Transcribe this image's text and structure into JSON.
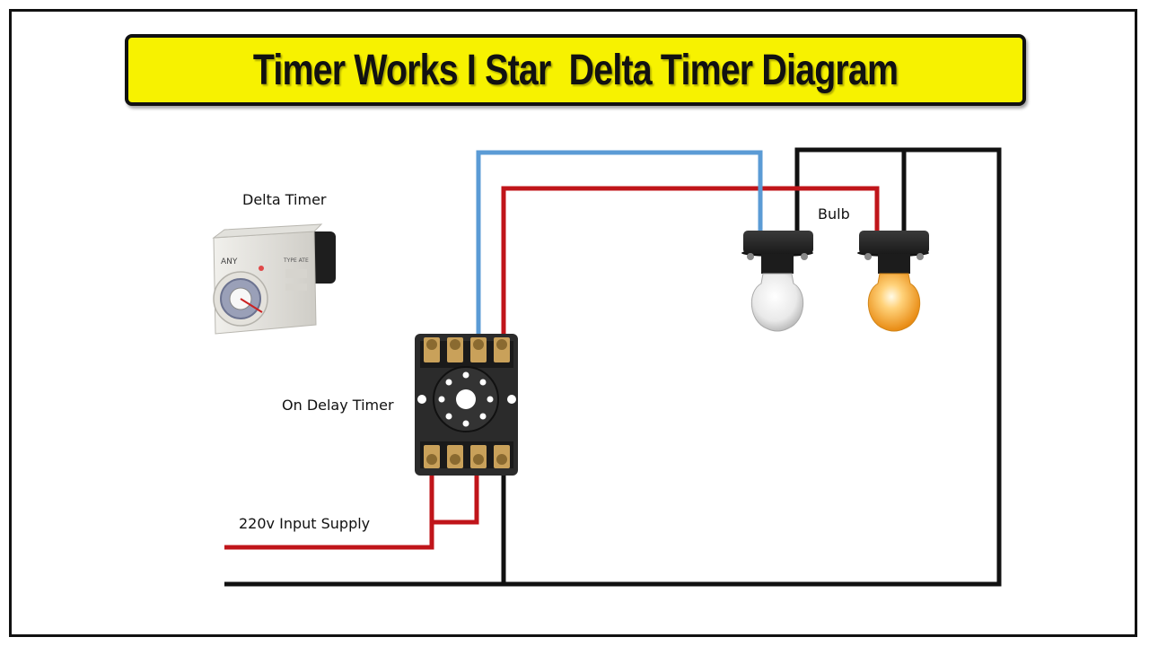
{
  "title": "Timer Works I Star  Delta Timer Diagram",
  "labels": {
    "delta_timer": "Delta Timer",
    "bulb": "Bulb",
    "on_delay_timer": "On Delay Timer",
    "input_supply": "220v Input Supply"
  },
  "device_markings": {
    "brand": "ANY",
    "type": "TYPE ATE"
  },
  "colors": {
    "banner": "#f7f200",
    "wire_red": "#c0151a",
    "wire_blue": "#5b9bd5",
    "wire_black": "#111111",
    "bulb_off": "#e8e8e8",
    "bulb_on": "#f5a623"
  }
}
